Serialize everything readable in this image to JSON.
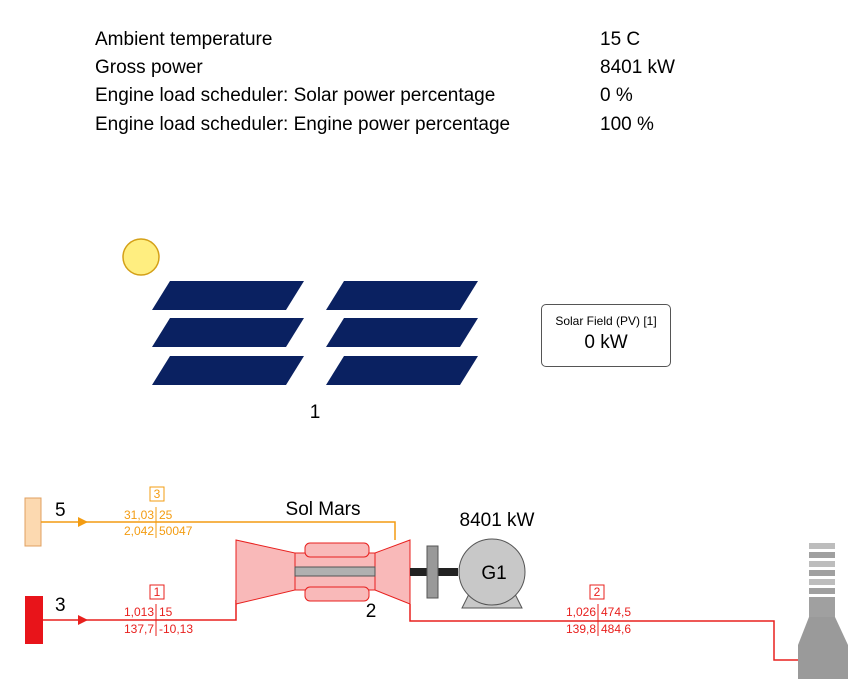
{
  "summary": [
    {
      "label": "Ambient temperature",
      "value": "15 C"
    },
    {
      "label": "Gross power",
      "value": "8401 kW"
    },
    {
      "label": "Engine load scheduler: Solar power percentage",
      "value": "0 %"
    },
    {
      "label": "Engine load scheduler: Engine power percentage",
      "value": "100 %"
    }
  ],
  "solar_field": {
    "id_label": "1",
    "box_title": "Solar Field (PV) [1]",
    "box_value": "0 kW"
  },
  "turbine": {
    "name": "Sol Mars",
    "id_label": "2"
  },
  "generator": {
    "name": "G1",
    "power": "8401 kW"
  },
  "streams": {
    "s5": {
      "number": "5",
      "tag": "3",
      "r1a": "31,03",
      "r1b": "25",
      "r2a": "2,042",
      "r2b": "50047",
      "color": "#f39c12"
    },
    "s3": {
      "number": "3",
      "tag": "1",
      "r1a": "1,013",
      "r1b": "15",
      "r2a": "137,7",
      "r2b": "-10,13",
      "color": "#e8201e"
    },
    "s2": {
      "tag": "2",
      "r1a": "1,026",
      "r1b": "474,5",
      "r2a": "139,8",
      "r2b": "484,6",
      "color": "#e8201e"
    }
  },
  "colors": {
    "fuel_source": "#fcd9b0",
    "air_source": "#e8141a",
    "panel": "#0a2161",
    "sun": "#ffee80",
    "turbine": "#f9b9b9",
    "generator": "#c8c8c8",
    "stack": "#9a9a9a"
  }
}
